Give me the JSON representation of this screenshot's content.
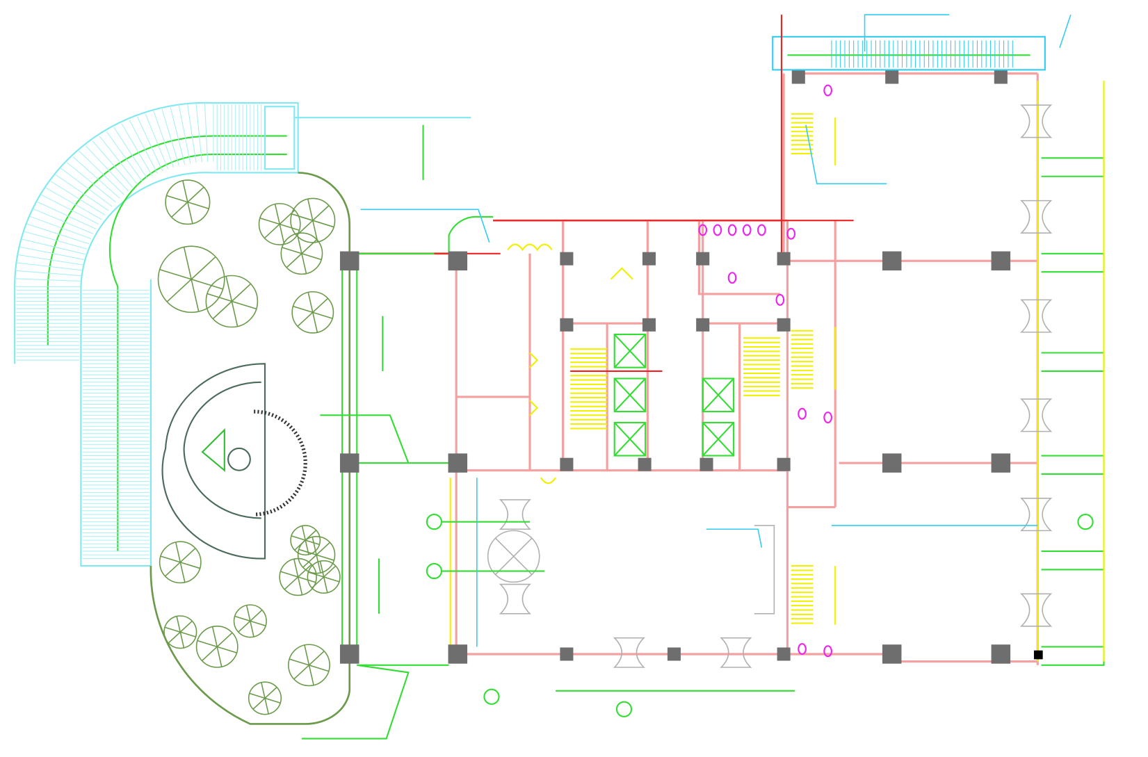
{
  "drawing": {
    "colors": {
      "wall": "#f4a0a0",
      "column": "#6e6e6e",
      "stair_ramp": "#7fe8f0",
      "landscape": "#6a9a4a",
      "green_line": "#33dd33",
      "door": "#f0f000",
      "sanitary": "#ee22ee",
      "axis_red": "#ee2222",
      "cyan_leader": "#33ccee",
      "gray_fixture": "#b0b0b0"
    },
    "icons": [
      "tree-symbol",
      "elevator-symbol",
      "stair-symbol",
      "revolving-door-symbol",
      "grid-bubble-symbol",
      "fountain-symbol"
    ]
  }
}
